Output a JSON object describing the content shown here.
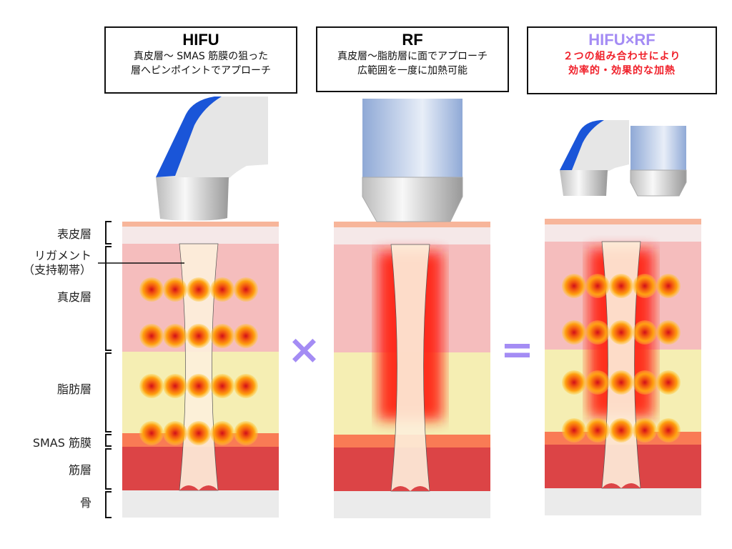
{
  "panels": [
    {
      "title": "HIFU",
      "desc": [
        "真皮層～ SMAS 筋膜の狙った",
        "層へピンポイントでアプローチ"
      ]
    },
    {
      "title": "RF",
      "desc": [
        "真皮層～脂肪層に面でアプローチ",
        "広範囲を一度に加熱可能"
      ]
    },
    {
      "title": "HIFU×RF",
      "desc": [
        "２つの組み合わせにより",
        "効率的・効果的な加熱"
      ]
    }
  ],
  "operators": {
    "times": "×",
    "equals": "="
  },
  "layer_labels": {
    "epidermis": "表皮層",
    "ligament": "リガメント",
    "ligament_sub": "（支持靭帯）",
    "dermis": "真皮層",
    "fat": "脂肪層",
    "smas": "SMAS 筋膜",
    "muscle": "筋層",
    "bone": "骨"
  },
  "colors": {
    "title_accent": "#a48cf4",
    "highlight_red": "#f0202a",
    "epidermis": "#f7b59a",
    "epidermis_inner": "#f5e8e8",
    "dermis": "#f5bdbd",
    "fat": "#f5eeb3",
    "smas": "#f97b55",
    "muscle": "#dc4446",
    "bone": "#ebebeb"
  }
}
